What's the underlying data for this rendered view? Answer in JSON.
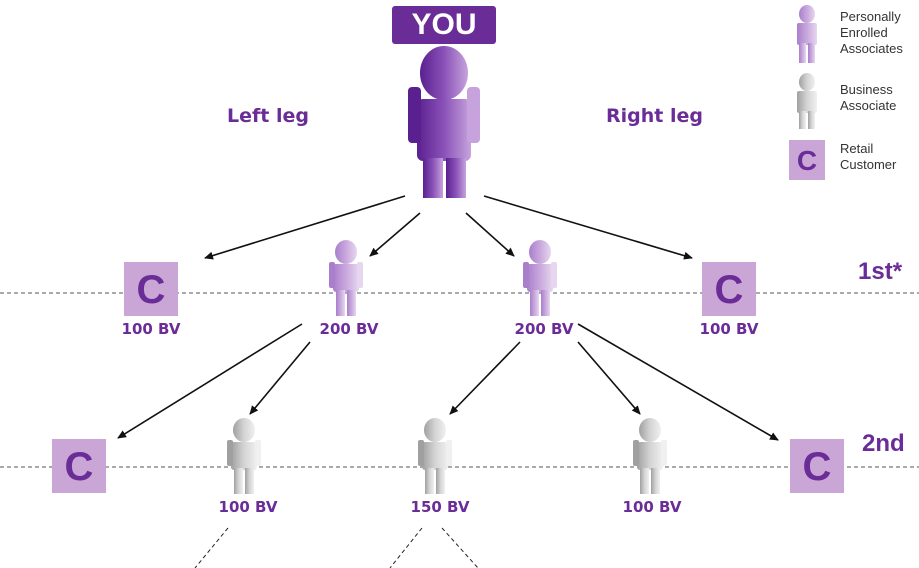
{
  "top": {
    "badge": "YOU"
  },
  "legs": {
    "left": "Left leg",
    "right": "Right leg"
  },
  "levels": {
    "first": "1st*",
    "second": "2nd"
  },
  "legend": {
    "personal": [
      "Personally",
      "Enrolled",
      "Associates"
    ],
    "business": [
      "Business",
      "Associate"
    ],
    "retail": [
      "Retail",
      "Customer"
    ],
    "retail_icon": "C"
  },
  "nodes": {
    "l1_c_left": {
      "letter": "C",
      "bv": "100 BV"
    },
    "l1_p_left": {
      "bv": "200 BV"
    },
    "l1_p_right": {
      "bv": "200 BV"
    },
    "l1_c_right": {
      "letter": "C",
      "bv": "100 BV"
    },
    "l2_c_left": {
      "letter": "C"
    },
    "l2_b_1": {
      "bv": "100 BV"
    },
    "l2_b_2": {
      "bv": "150 BV"
    },
    "l2_b_3": {
      "bv": "100 BV"
    },
    "l2_c_right": {
      "letter": "C"
    }
  },
  "colors": {
    "purple": "#6a2c96",
    "light_purple": "#c9a6d6",
    "grey": "#b8b8b8"
  }
}
